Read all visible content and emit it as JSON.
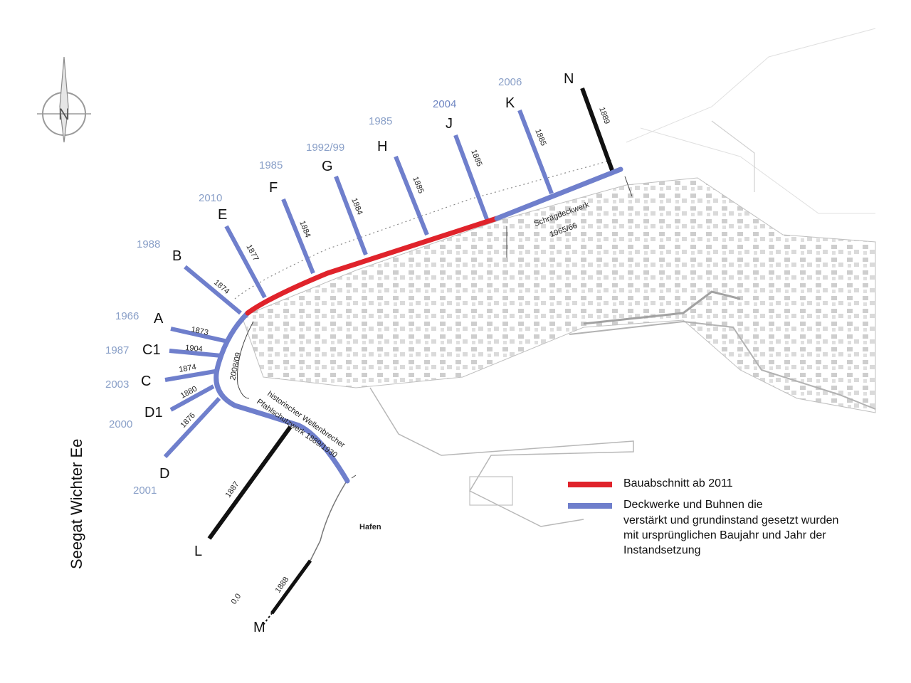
{
  "map_title": "Seegat Wichter Ee",
  "compass_letter": "N",
  "colors": {
    "red": "#e0232b",
    "blue": "#6f7fcc",
    "black": "#111111"
  },
  "groynes": [
    {
      "label": "A",
      "built": "1873",
      "repair": "1966"
    },
    {
      "label": "B",
      "built": "1874",
      "repair": "1988"
    },
    {
      "label": "C1",
      "built": "1904",
      "repair": "1987"
    },
    {
      "label": "C",
      "built": "1874",
      "repair": "2003"
    },
    {
      "label": "D1",
      "built": "1880",
      "repair": "2000"
    },
    {
      "label": "D",
      "built": "1876",
      "repair": "2001"
    },
    {
      "label": "E",
      "built": "1877",
      "repair": "2010"
    },
    {
      "label": "F",
      "built": "1884",
      "repair": "1985"
    },
    {
      "label": "G",
      "built": "1884",
      "repair": "1992/99"
    },
    {
      "label": "H",
      "built": "1885",
      "repair": "1985"
    },
    {
      "label": "J",
      "built": "1885",
      "repair": "2004"
    },
    {
      "label": "K",
      "built": "1885",
      "repair": "2006"
    },
    {
      "label": "N",
      "built": "1889",
      "repair": ""
    },
    {
      "label": "L",
      "built": "1887",
      "repair": ""
    },
    {
      "label": "M",
      "built": "1888",
      "repair": ""
    }
  ],
  "annotations": {
    "schraeg_1": "Schrägdeckwerk",
    "schraeg_2": "1965/66",
    "rev": "2008/09",
    "hist_1": "historischer Wellenbrecher",
    "hist_2": "Pfahlschutzwerk 1889/1930",
    "harbor": "Hafen",
    "zero": "0,0"
  },
  "legend": {
    "red_text": "Bauabschnitt ab 2011",
    "blue_lines": [
      "Deckwerke und Buhnen die",
      "verstärkt und grundinstand gesetzt wurden",
      "mit ursprünglichen Baujahr und Jahr der",
      "Instandsetzung"
    ]
  }
}
